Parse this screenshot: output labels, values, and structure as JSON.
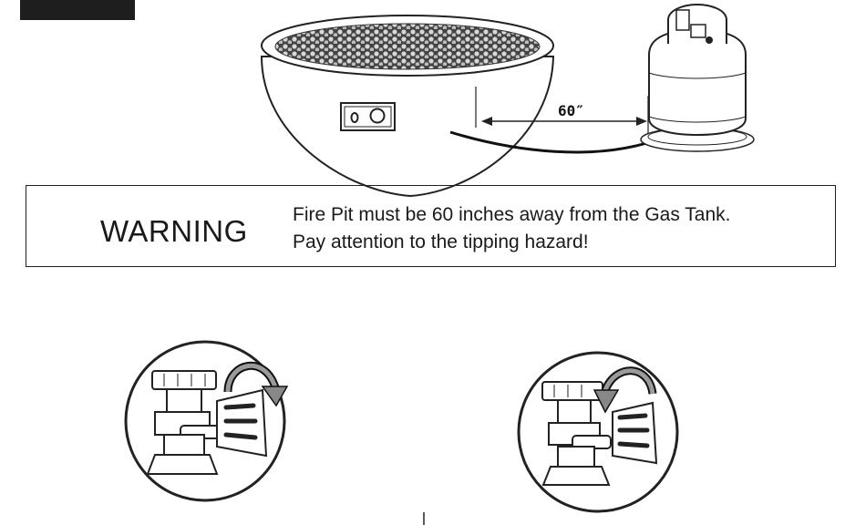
{
  "top_diagram": {
    "distance_label": "60″"
  },
  "warning": {
    "title": "WARNING",
    "line1": "Fire Pit must be 60 inches away from the Gas Tank.",
    "line2": "Pay attention to the tipping hazard!"
  },
  "valve_details": [
    {
      "direction": "clockwise-arrow-right"
    },
    {
      "direction": "counterclockwise-arrow-left"
    }
  ]
}
